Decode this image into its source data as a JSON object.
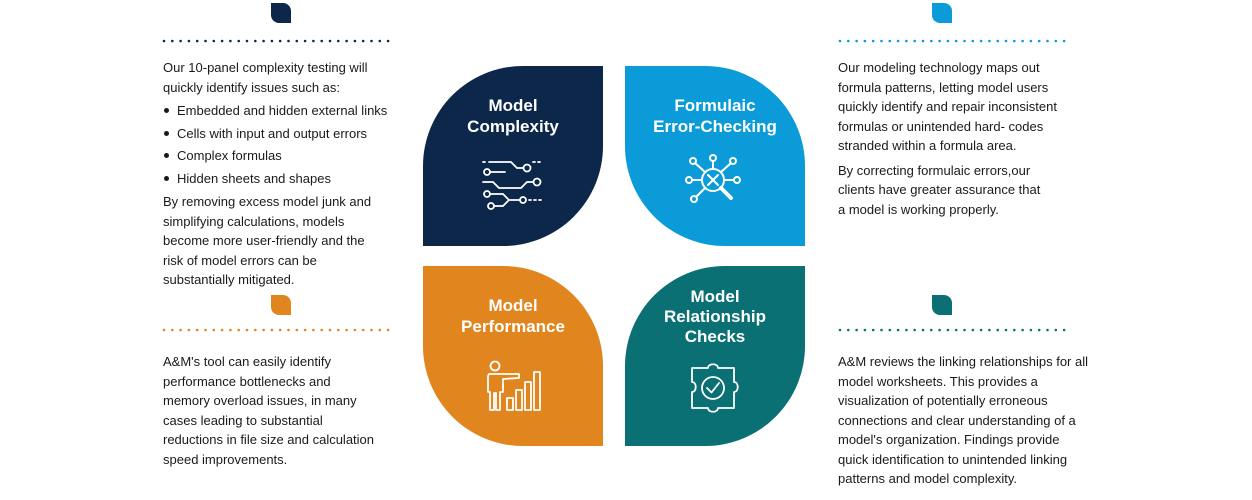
{
  "colors": {
    "navy": "#0c2749",
    "sky": "#0a9bd8",
    "orange": "#e1861f",
    "teal": "#0b7073"
  },
  "quadrants": {
    "model_complexity": {
      "title_line1": "Model",
      "title_line2": "Complexity",
      "icon": "circuit-icon",
      "intro": "Our 10-panel complexity testing will quickly identify issues such as:",
      "bullets": [
        "Embedded and hidden external links",
        "Cells with input and output errors",
        "Complex formulas",
        "Hidden sheets and shapes"
      ],
      "closing": "By removing excess model junk and simplifying calculations, models become more user-friendly and the risk of model errors can be substantially mitigated."
    },
    "formulaic_error_checking": {
      "title_line1": "Formulaic",
      "title_line2": "Error-Checking",
      "icon": "magnifier-x-icon",
      "paragraph1": "Our modeling technology maps out formula patterns, letting model users quickly identify and repair inconsistent formulas or unintended hard- codes stranded within a formula area.",
      "paragraph2": "By correcting formulaic errors,our clients have greater assurance that a model is working properly."
    },
    "model_performance": {
      "title_line1": "Model",
      "title_line2": "Performance",
      "icon": "presenter-chart-icon",
      "paragraph": "A&M's tool can easily identify performance bottlenecks and memory overload issues, in many cases leading to substantial reductions in file size and calculation speed improvements."
    },
    "model_relationship_checks": {
      "title_line1": "Model",
      "title_line2": "Relationship",
      "title_line3": "Checks",
      "icon": "puzzle-check-icon",
      "paragraph": "A&M reviews the linking relationships for all model worksheets. This provides a visualization of potentially erroneous connections and clear understanding of a model's organization. Findings provide quick identification to unintended linking patterns and model complexity."
    }
  }
}
